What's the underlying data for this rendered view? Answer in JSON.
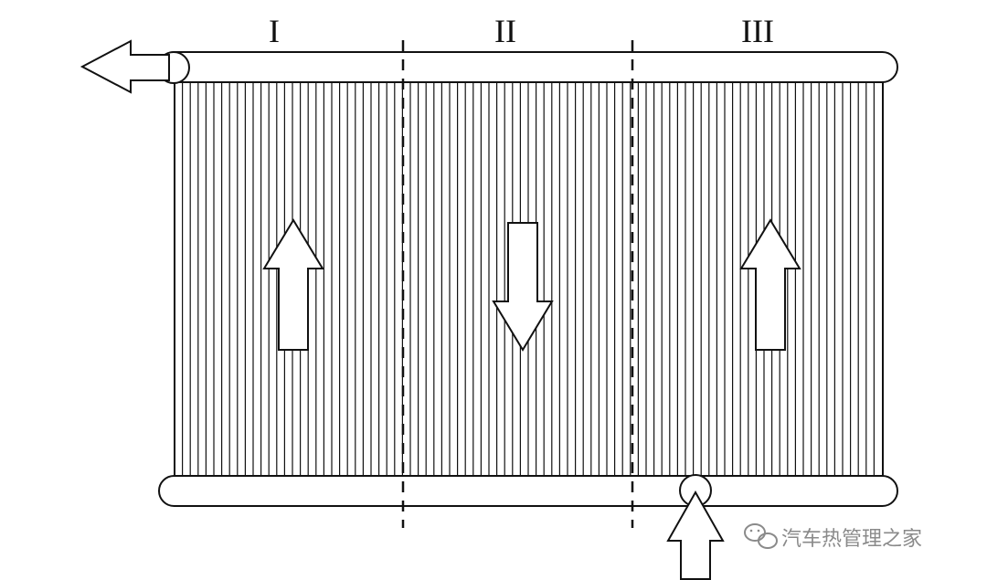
{
  "diagram": {
    "pass_labels": [
      "I",
      "II",
      "III"
    ],
    "flow_directions": [
      "up",
      "down",
      "up"
    ],
    "inlet_direction": "up",
    "outlet_direction": "left",
    "colors": {
      "line": "#111111",
      "background": "#ffffff",
      "watermark": "#8a8a8a"
    }
  },
  "watermark": {
    "icon": "wechat-icon",
    "text": "汽车热管理之家"
  }
}
